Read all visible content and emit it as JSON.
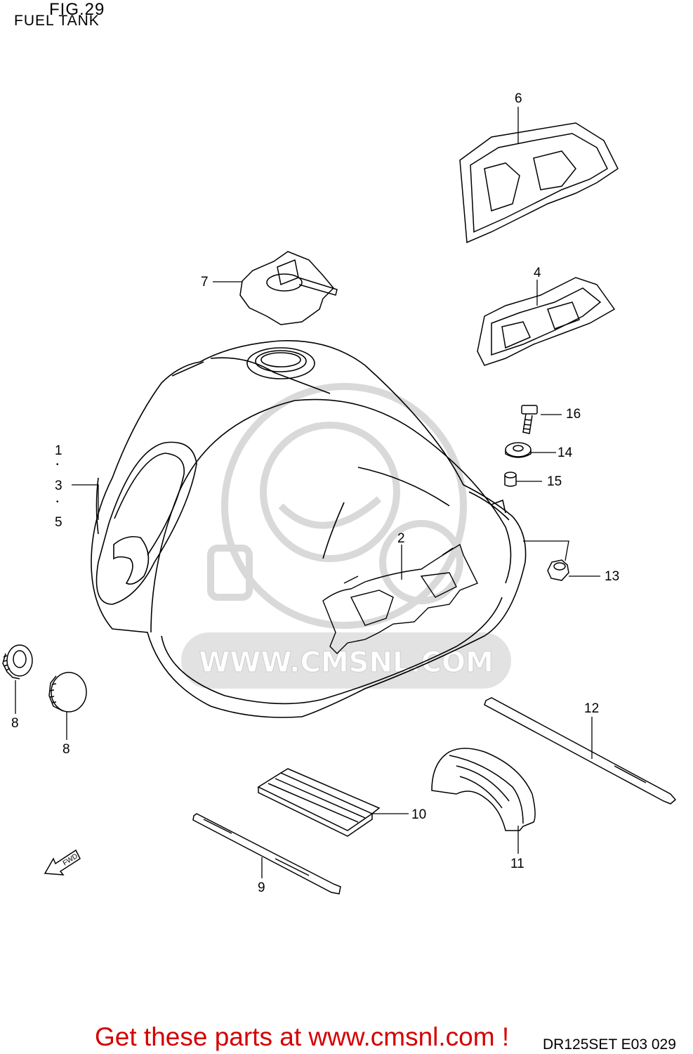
{
  "header": {
    "figure": "FIG.29",
    "title": "FUEL TANK"
  },
  "watermark": {
    "text": "WWW.CMSNL.COM",
    "color": "#d9d9d9"
  },
  "callouts": {
    "n1": "1",
    "n3": "3",
    "n5": "5",
    "dot": "•",
    "n2": "2",
    "n4": "4",
    "n6": "6",
    "n7": "7",
    "n8a": "8",
    "n8b": "8",
    "n9": "9",
    "n10": "10",
    "n11": "11",
    "n12": "12",
    "n13": "13",
    "n14": "14",
    "n15": "15",
    "n16": "16"
  },
  "fwd_arrow": {
    "text": "FWD"
  },
  "footer": {
    "promo": "Get these parts at www.cmsnl.com !",
    "promo_color": "#d40000",
    "code": "DR125SET E03  029"
  }
}
